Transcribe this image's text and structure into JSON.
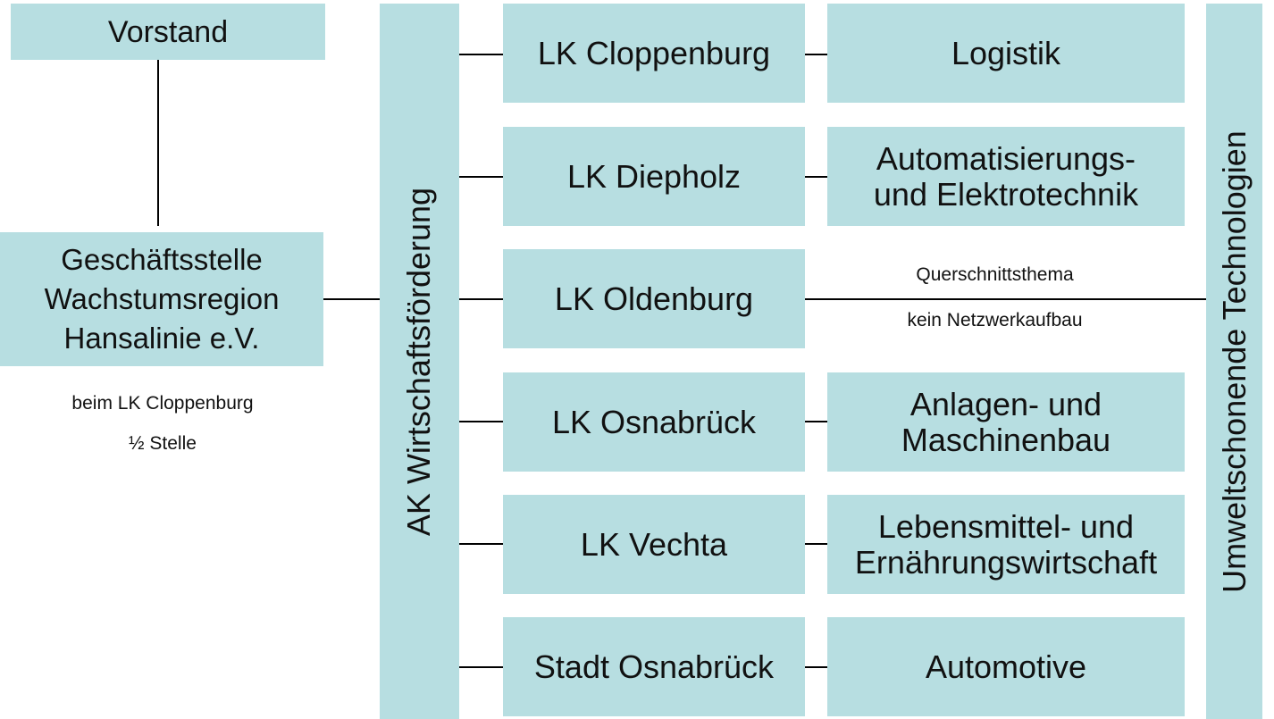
{
  "vorstand": "Vorstand",
  "geschaeftsstelle": "Geschäftsstelle\nWachstumsregion\nHansalinie e.V.",
  "note1": "beim LK Cloppenburg",
  "note2": "½ Stelle",
  "ak": "AK Wirtschaftsförderung",
  "umwelt": "Umweltschonende Technologien",
  "regions": [
    "LK Cloppenburg",
    "LK Diepholz",
    "LK Oldenburg",
    "LK Osnabrück",
    "LK Vechta",
    "Stadt Osnabrück"
  ],
  "themes": {
    "t0": "Logistik",
    "t1": "Automatisierungs-\nund Elektrotechnik",
    "t3": "Anlagen- und\nMaschinenbau",
    "t4": "Lebensmittel- und\nErnährungswirtschaft",
    "t5": "Automotive"
  },
  "querschnitt": "Querschnittsthema",
  "kein": "kein Netzwerkaufbau"
}
